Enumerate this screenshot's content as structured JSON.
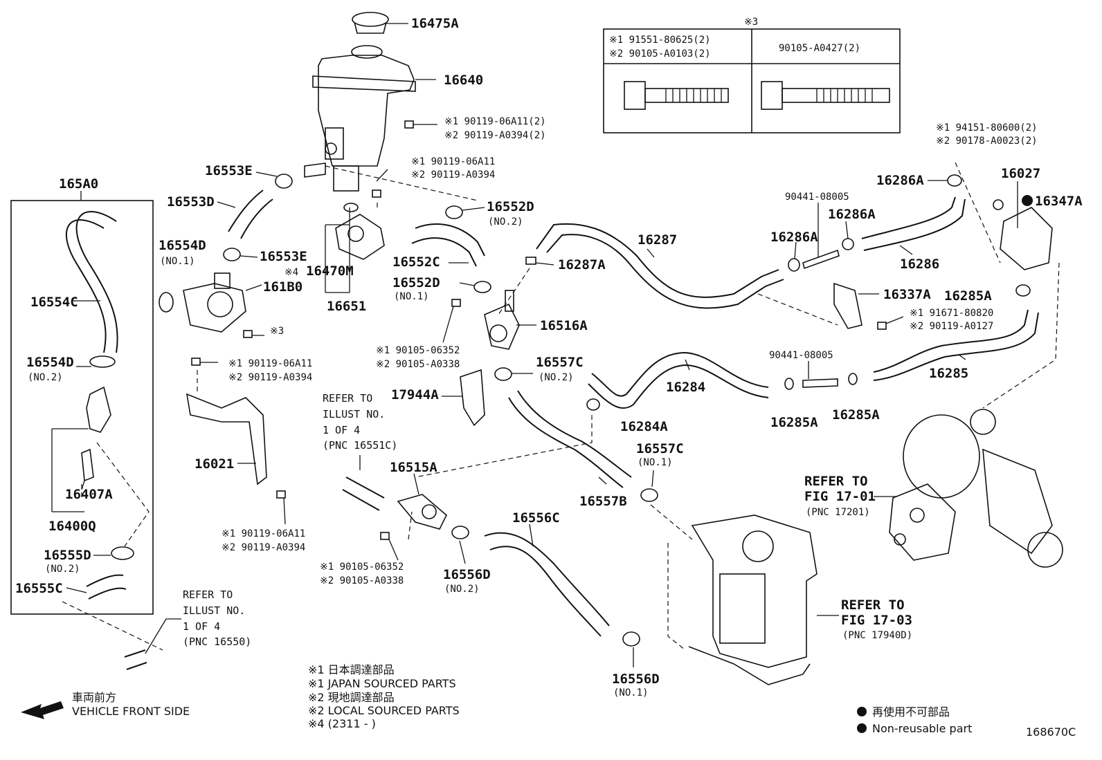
{
  "labels": {
    "l16475A": "16475A",
    "l16640": "16640",
    "l16553E_a": "16553E",
    "l16553D": "16553D",
    "l16553E_b": "16553E",
    "l16554D_1": "16554D",
    "l16554D_1n": "(NO.1)",
    "l161B0": "161B0",
    "l16470M": "16470M",
    "l16470M_note": "※4",
    "l16651": "16651",
    "l16552D_2": "16552D",
    "l16552D_2n": "(NO.2)",
    "l16552C": "16552C",
    "l16552D_1": "16552D",
    "l16552D_1n": "(NO.1)",
    "l16287": "16287",
    "l16287A": "16287A",
    "l16516A": "16516A",
    "l16286A_a": "16286A",
    "l16286A_b": "16286A",
    "l16286A_c": "16286A",
    "l16286": "16286",
    "l16027": "16027",
    "l16347A": "16347A",
    "l16337A": "16337A",
    "l16285A_a": "16285A",
    "l16285A_b": "16285A",
    "l16285A_c": "16285A",
    "l16285": "16285",
    "l16284": "16284",
    "l16284A": "16284A",
    "l16557C_2": "16557C",
    "l16557C_2n": "(NO.2)",
    "l17944A": "17944A",
    "l16557B": "16557B",
    "l16557C_1": "16557C",
    "l16557C_1n": "(NO.1)",
    "l16515A": "16515A",
    "l16556C": "16556C",
    "l16556D_2": "16556D",
    "l16556D_2n": "(NO.2)",
    "l16556D_1": "16556D",
    "l16556D_1n": "(NO.1)",
    "l16021": "16021",
    "l165A0": "165A0",
    "l16554C": "16554C",
    "l16554D_2": "16554D",
    "l16554D_2n": "(NO.2)",
    "l16407A": "16407A",
    "l16400Q": "16400Q",
    "l16555D": "16555D",
    "l16555Dn": "(NO.2)",
    "l16555C": "16555C",
    "l90441_a": "90441-08005",
    "l90441_b": "90441-08005",
    "l_mark3": "※3",
    "diagram_id": "168670C"
  },
  "bolt_refs": {
    "b1_1": "※1 90119-06A11(2)",
    "b1_2": "※2 90119-A0394(2)",
    "b2_1": "※1 90119-06A11",
    "b2_2": "※2 90119-A0394",
    "b3_1": "※1 90105-06352",
    "b3_2": "※2 90105-A0338",
    "b4_1": "※1 90119-06A11",
    "b4_2": "※2 90119-A0394",
    "b5_1": "※1 90119-06A11",
    "b5_2": "※2 90119-A0394",
    "b6_1": "※1 90105-06352",
    "b6_2": "※2 90105-A0338",
    "b7_1": "※1 94151-80600(2)",
    "b7_2": "※2 90178-A0023(2)",
    "b8_1": "※1 91671-80820",
    "b8_2": "※2 90119-A0127",
    "b9": "※3"
  },
  "table": {
    "title": "※3",
    "col1_line1": "※1 91551-80625(2)",
    "col1_line2": "※2 90105-A0103(2)",
    "col2": "90105-A0427(2)"
  },
  "refs": {
    "r1": [
      "REFER TO",
      "ILLUST NO.",
      "1 OF 4",
      "(PNC 16551C)"
    ],
    "r2": [
      "REFER TO",
      "ILLUST NO.",
      "1 OF 4",
      "(PNC 16550)"
    ],
    "r3": [
      "REFER TO",
      "FIG 17-01",
      "(PNC 17201)"
    ],
    "r4": [
      "REFER TO",
      "FIG 17-03",
      "(PNC 17940D)"
    ]
  },
  "legend": {
    "n1_jp": "※1  日本調達部品",
    "n1_en": "※1  JAPAN SOURCED PARTS",
    "n2_jp": "※2  現地調達部品",
    "n2_en": "※2  LOCAL SOURCED PARTS",
    "n4": "※4 (2311  -      )",
    "front_jp": "車両前方",
    "front_en": "VEHICLE FRONT SIDE",
    "nr_jp": "再使用不可部品",
    "nr_en": "Non-reusable part"
  }
}
